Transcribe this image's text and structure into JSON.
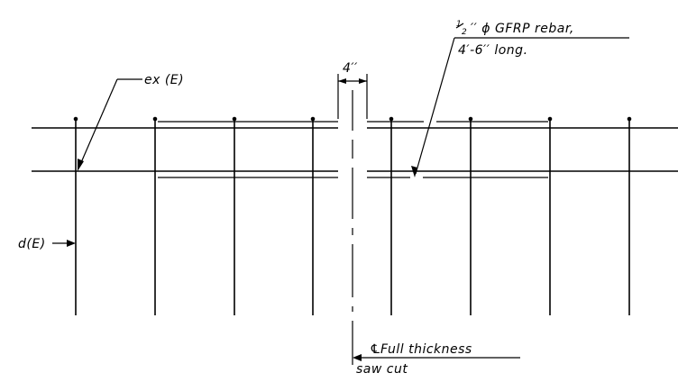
{
  "labels": {
    "spacing": "4′′",
    "rebar_fraction_num": "1",
    "rebar_fraction_den": "2",
    "rebar_line1": "′′ ϕ GFRP rebar,",
    "rebar_line2": "4′-6′′ long.",
    "ex": "ex (E)",
    "d": "d(E)",
    "centerline_symbol": "℄",
    "cut_line1": " Full thickness",
    "cut_line2": "saw cut"
  },
  "colors": {
    "ink": "#000000",
    "background": "#ffffff"
  },
  "icons": {
    "centerline": "centerline-symbol",
    "dots": "bar-end-dot",
    "arrows": "leader-arrowhead"
  }
}
